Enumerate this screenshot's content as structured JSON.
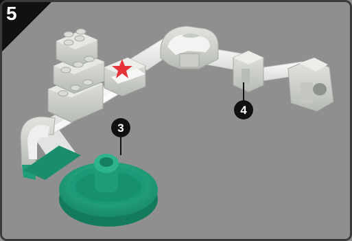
{
  "step": {
    "number": "5"
  },
  "callouts": [
    {
      "id": "callout-3",
      "label": "3"
    },
    {
      "id": "callout-4",
      "label": "4"
    }
  ],
  "marker": {
    "icon": "star-icon",
    "color": "#e8323a"
  },
  "colors": {
    "background": "#8f8f8f",
    "frame": "#3a3a3a",
    "brick": "#d0d3ce",
    "track": "#eef0ee",
    "base_green": "#1f9e79"
  }
}
